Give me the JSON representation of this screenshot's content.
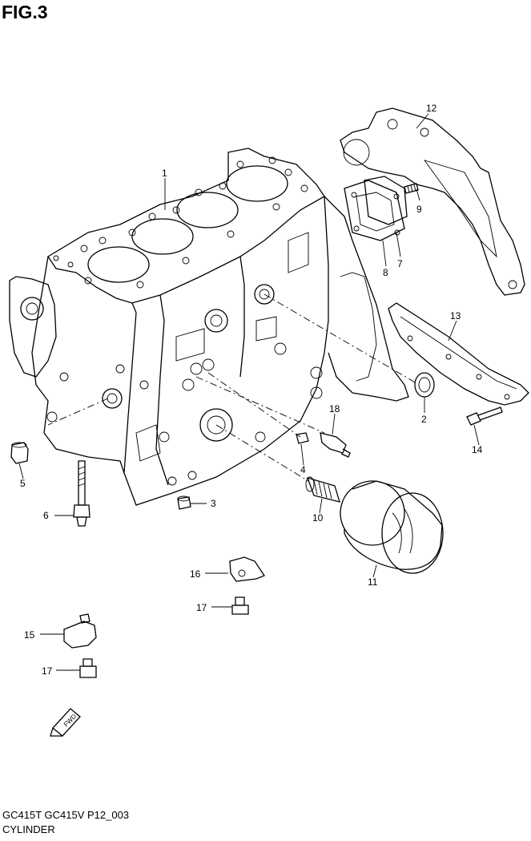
{
  "figure": {
    "title": "FIG.3",
    "model_line": "GC415T GC415V P12_003",
    "section_name": "CYLINDER",
    "fwd_label": "FWD"
  },
  "callouts": [
    {
      "id": "1",
      "label": "1"
    },
    {
      "id": "2",
      "label": "2"
    },
    {
      "id": "3",
      "label": "3"
    },
    {
      "id": "4",
      "label": "4"
    },
    {
      "id": "5",
      "label": "5"
    },
    {
      "id": "6",
      "label": "6"
    },
    {
      "id": "7",
      "label": "7"
    },
    {
      "id": "8",
      "label": "8"
    },
    {
      "id": "9",
      "label": "9"
    },
    {
      "id": "10",
      "label": "10"
    },
    {
      "id": "11",
      "label": "11"
    },
    {
      "id": "12",
      "label": "12"
    },
    {
      "id": "13",
      "label": "13"
    },
    {
      "id": "14",
      "label": "14"
    },
    {
      "id": "15",
      "label": "15"
    },
    {
      "id": "16",
      "label": "16"
    },
    {
      "id": "17a",
      "label": "17"
    },
    {
      "id": "17b",
      "label": "17"
    },
    {
      "id": "18",
      "label": "18"
    }
  ]
}
